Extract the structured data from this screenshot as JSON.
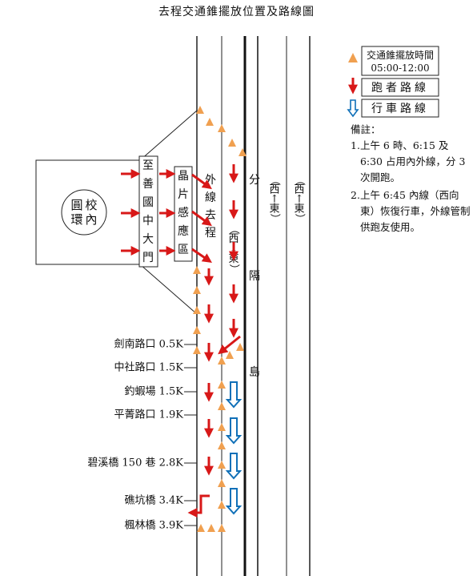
{
  "title": "去程交通錐擺放位置及路線圖",
  "legend": {
    "cone_label_1": "交通錐擺放時間",
    "cone_label_2": "05:00-12:00",
    "runner": "跑者路線",
    "vehicle": "行車路線",
    "cone_color": "#F0A050",
    "runner_color": "#D81818",
    "vehicle_color": "#1070B8"
  },
  "notes": {
    "heading": "備註：",
    "items": [
      {
        "num": "1.",
        "text": "上午 6 時、6:15 及 6:30 占用內外線，分 3 次開跑。"
      },
      {
        "num": "2.",
        "text": "上午 6:45 內線（西向東）恢復行車，外線管制供跑友使用。"
      }
    ]
  },
  "map": {
    "campus": "校內圓環",
    "gate": "至善國中大門",
    "chip_zone": "晶片感應區",
    "outer_lane": "外線去程",
    "inner_direction": "（西↓東）",
    "median": "分隔島",
    "lane_dir_1": "（西↑東）",
    "lane_dir_2": "（西↑東）"
  },
  "markers": [
    {
      "label": "劍南路口 0.5K"
    },
    {
      "label": "中社路口 1.5K"
    },
    {
      "label": "釣蝦場 1.5K"
    },
    {
      "label": "平菁路口 1.9K"
    },
    {
      "label": "碧溪橋 150 巷 2.8K"
    },
    {
      "label": "礁坑橋 3.4K"
    },
    {
      "label": "楓林橋 3.9K"
    }
  ]
}
